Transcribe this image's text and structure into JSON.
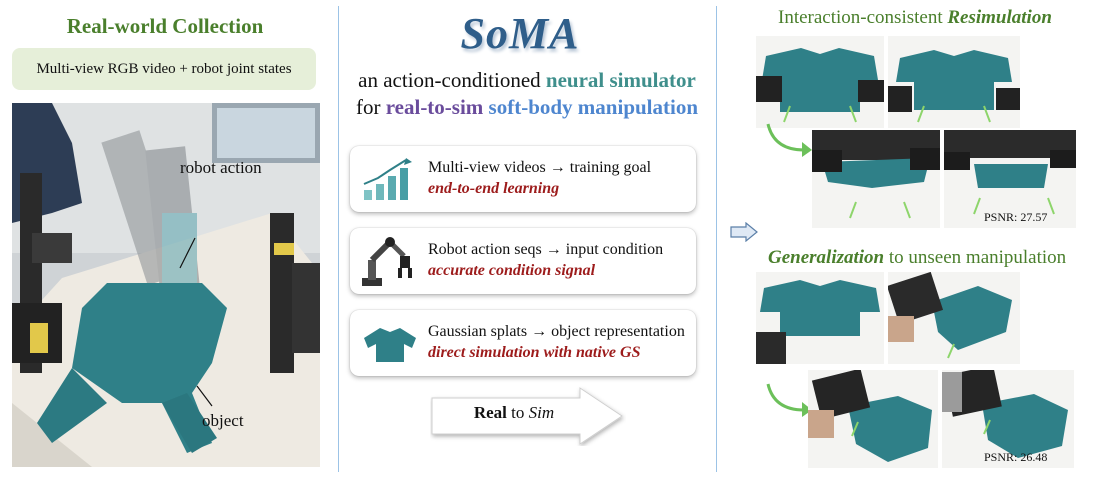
{
  "left": {
    "title": "Real-world Collection",
    "pill": "Multi-view RGB video + robot joint states",
    "label_action": "robot action",
    "label_object": "object"
  },
  "middle": {
    "title": "SoMA",
    "line1_prefix": "an action-conditioned ",
    "line1_highlight": "neural simulator",
    "line2_prefix": "for ",
    "line2_highlight_a": "real-to-sim",
    "line2_highlight_b": "soft-body manipulation",
    "cards": [
      {
        "main": "Multi-view videos → training goal",
        "emph": "end-to-end learning",
        "icon": "bar-chart-growth-icon"
      },
      {
        "main": "Robot action seqs → input condition",
        "emph": "accurate condition signal",
        "icon": "robot-arm-icon"
      },
      {
        "main": "Gaussian splats → object representation",
        "emph": "direct simulation with native GS",
        "icon": "shirt-icon"
      }
    ],
    "arrow_bold": "Real",
    "arrow_mid": " to ",
    "arrow_italic": "Sim"
  },
  "right": {
    "resim_prefix": "Interaction-consistent ",
    "resim_bold": "Resimulation",
    "gen_bold": "Generalization",
    "gen_suffix": " to unseen manipulation",
    "psnr1": "PSNR: 27.57",
    "psnr2": "PSNR: 26.48"
  },
  "colors": {
    "green_heading": "#4a7f2c",
    "teal": "#3f8f8c",
    "purple": "#6a4c9c",
    "blue": "#4e86cf",
    "dark_red": "#9d1c1c",
    "shirt": "#2f8088",
    "divider": "#9cc3e6"
  }
}
